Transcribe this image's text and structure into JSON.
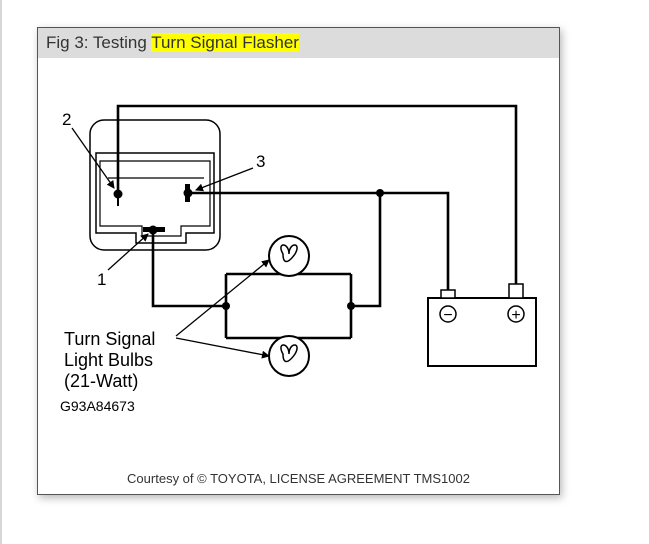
{
  "figure": {
    "caption_prefix": "Fig 3: Testing ",
    "caption_highlight": "Turn Signal Flasher",
    "courtesy": "Courtesy of © TOYOTA, LICENSE AGREEMENT TMS1002"
  },
  "diagram": {
    "callouts": {
      "one": "1",
      "two": "2",
      "three": "3"
    },
    "bulb_label": [
      "Turn Signal",
      "Light Bulbs",
      "(21-Watt)"
    ],
    "part_code": "G93A84673",
    "battery": {
      "negative": "−",
      "positive": "+"
    }
  },
  "colors": {
    "highlight": "#ffff00",
    "caption_bar": "#dcdcdc",
    "line": "#000000"
  }
}
